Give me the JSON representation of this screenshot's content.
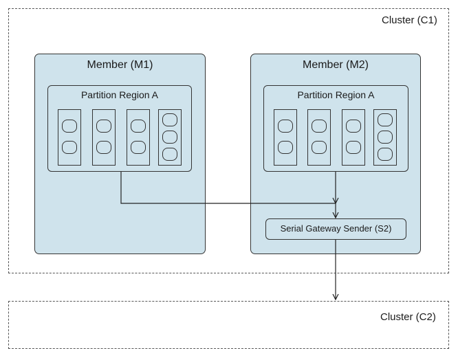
{
  "clusters": {
    "c1": {
      "label": "Cluster (C1)"
    },
    "c2": {
      "label": "Cluster (C2)"
    }
  },
  "members": [
    {
      "title": "Member (M1)",
      "region_title": "Partition Region A",
      "bucket_slots": [
        2,
        2,
        2,
        3
      ]
    },
    {
      "title": "Member (M2)",
      "region_title": "Partition Region A",
      "bucket_slots": [
        2,
        2,
        2,
        3
      ]
    }
  ],
  "gateway": {
    "label": "Serial Gateway Sender (S2)"
  },
  "colors": {
    "fill": "#cfe3ec",
    "stroke": "#333333",
    "dashed": "#555555"
  }
}
